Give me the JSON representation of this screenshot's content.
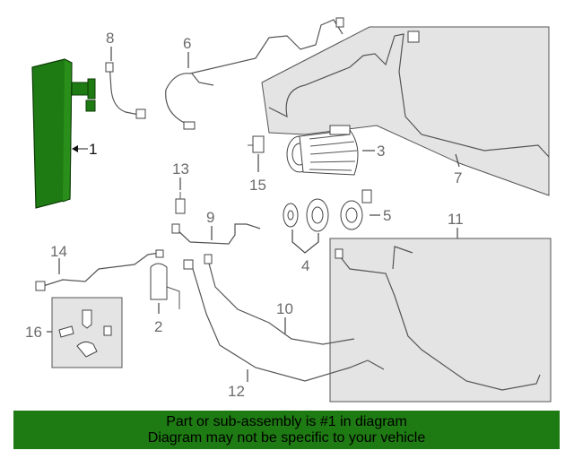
{
  "callouts": {
    "c1": "1",
    "c2": "2",
    "c3": "3",
    "c4": "4",
    "c5": "5",
    "c6": "6",
    "c7": "7",
    "c8": "8",
    "c9": "9",
    "c10": "10",
    "c11": "11",
    "c12": "12",
    "c13": "13",
    "c14": "14",
    "c15": "15",
    "c16": "16"
  },
  "banner": {
    "line1": "Part or sub-assembly is #1 in diagram",
    "line2": "Diagram may not be specific to your vehicle"
  },
  "colors": {
    "highlight_part": "#1e7a12",
    "banner_bg": "#1e7a12",
    "group_box": "#e4e4e4"
  }
}
